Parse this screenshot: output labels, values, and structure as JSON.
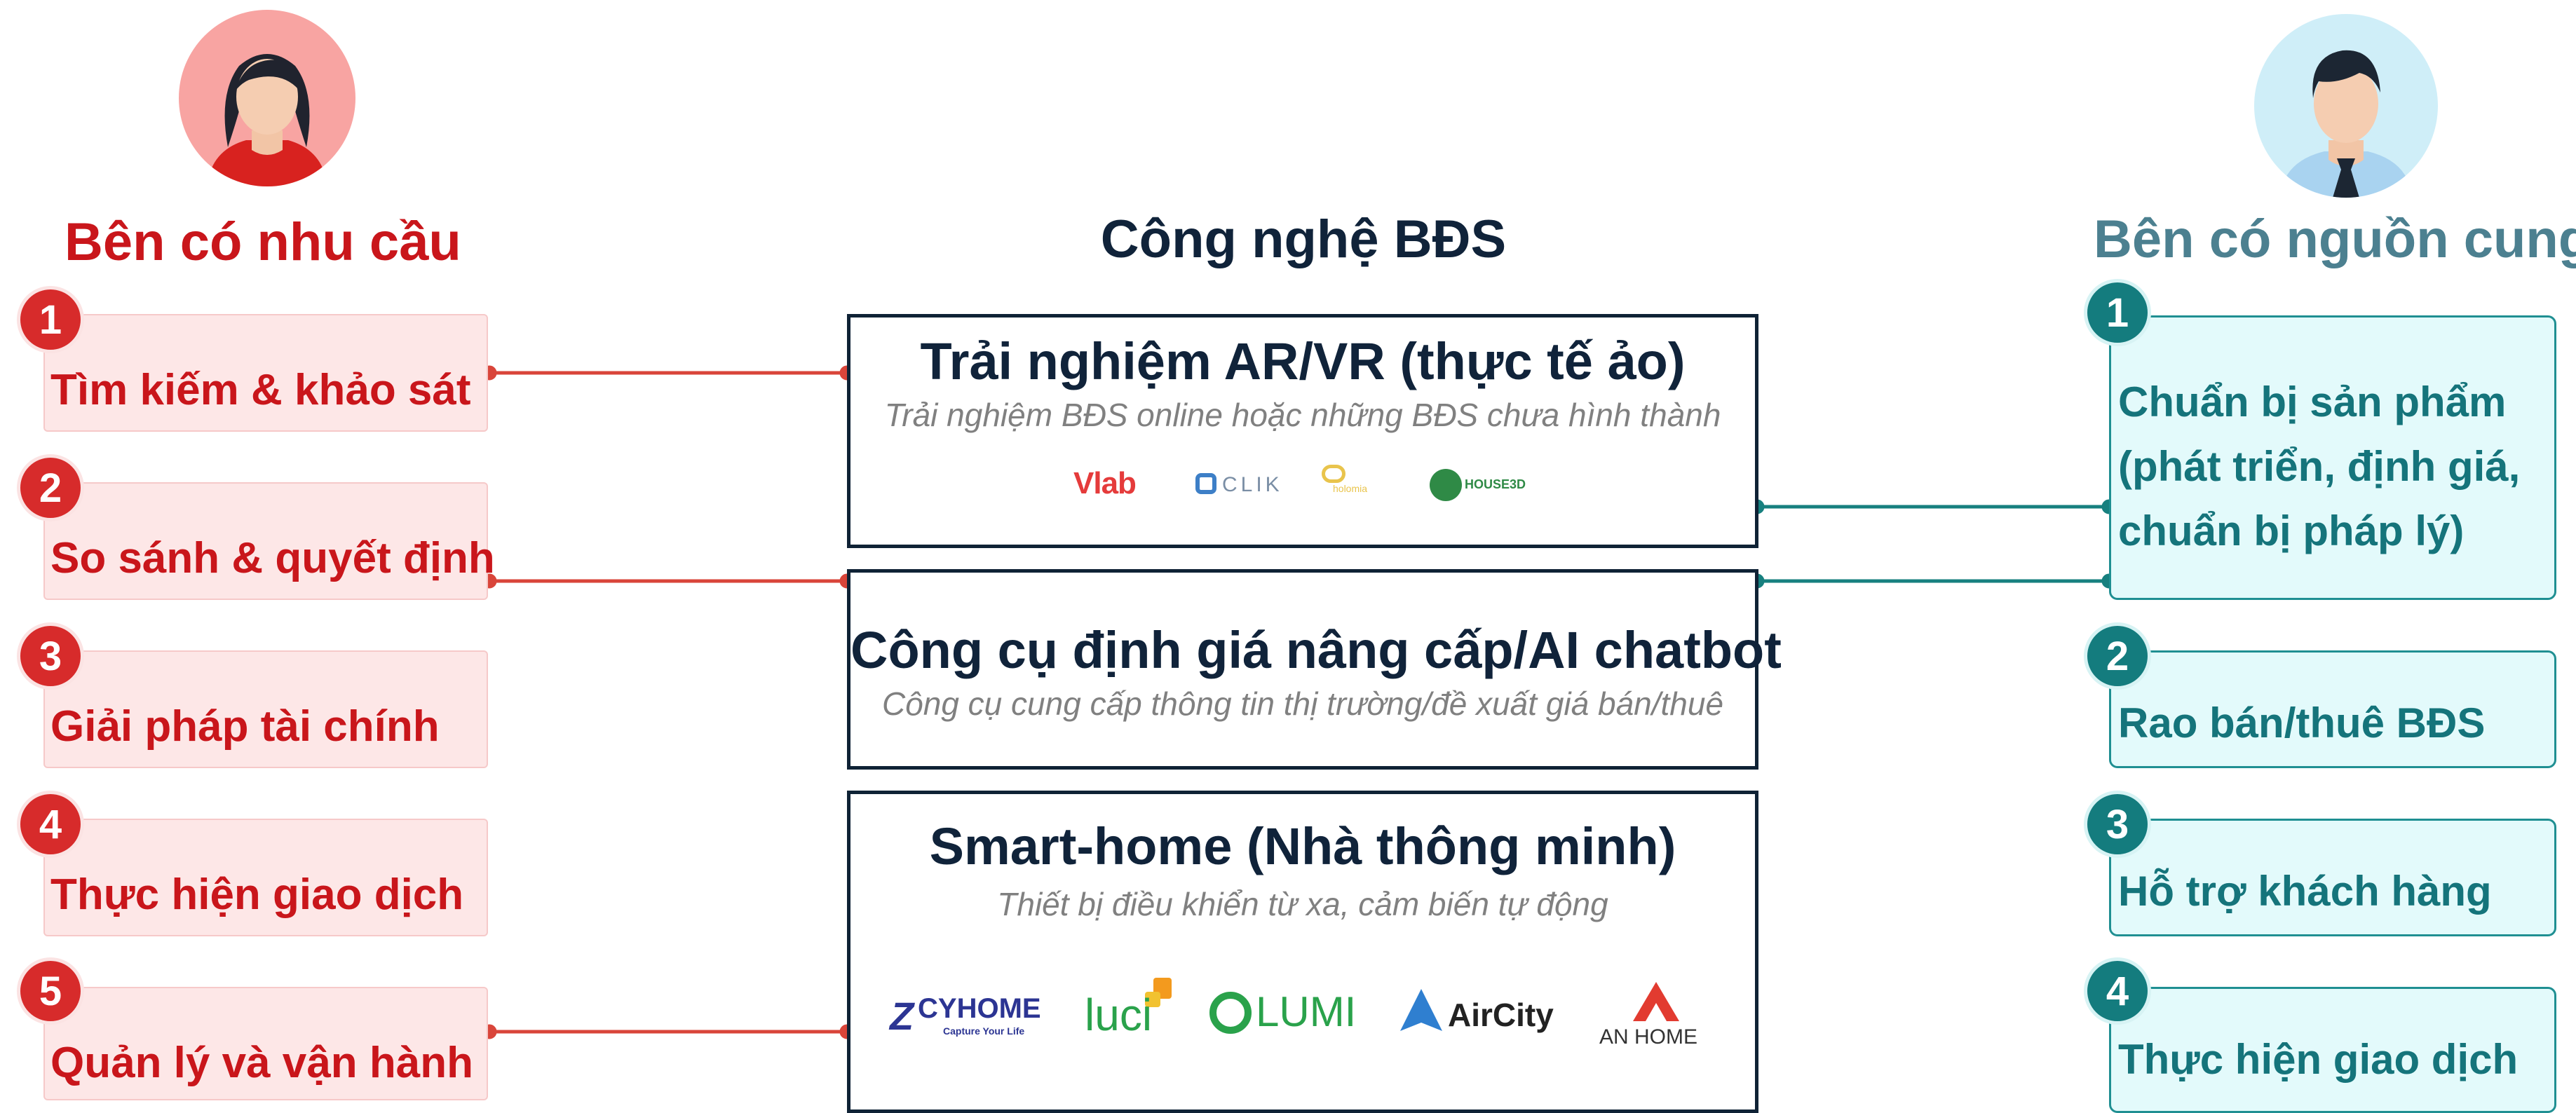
{
  "colors": {
    "demand": "#c9161b",
    "supply": "#4c8090",
    "tech": "#10233a",
    "line_red": "#d9453a",
    "line_teal": "#17807f"
  },
  "left": {
    "title": "Bên có nhu cầu",
    "items": [
      {
        "num": "1",
        "label": "Tìm kiếm & khảo sát"
      },
      {
        "num": "2",
        "label": "So sánh & quyết định"
      },
      {
        "num": "3",
        "label": "Giải pháp tài chính"
      },
      {
        "num": "4",
        "label": "Thực hiện giao dịch"
      },
      {
        "num": "5",
        "label": "Quản lý và vận hành"
      }
    ]
  },
  "center": {
    "title": "Công nghệ BĐS",
    "boxes": [
      {
        "title": "Trải nghiệm AR/VR (thực tế ảo)",
        "subtitle": "Trải nghiệm BĐS online hoặc những BĐS chưa hình thành",
        "logos": [
          "Vlab",
          "CLIK",
          "holomia",
          "HOUSE3D"
        ]
      },
      {
        "title": "Công cụ định giá nâng cấp/AI chatbot",
        "subtitle": "Công cụ cung cấp thông tin thị trường/đề xuất giá bán/thuê"
      },
      {
        "title": "Smart-home (Nhà thông minh)",
        "subtitle": "Thiết bị điều khiển từ xa, cảm biến tự động",
        "logos": [
          "CYHOME",
          "Capture Your Life",
          "luci",
          "LUMI",
          "AirCity",
          "AN HOME"
        ]
      }
    ]
  },
  "right": {
    "title": "Bên có nguồn cung",
    "items": [
      {
        "num": "1",
        "lines": [
          "Chuẩn bị sản phẩm",
          "(phát triển, định giá,",
          "chuẩn bị pháp lý)"
        ]
      },
      {
        "num": "2",
        "label": "Rao bán/thuê BĐS"
      },
      {
        "num": "3",
        "label": "Hỗ trợ khách hàng"
      },
      {
        "num": "4",
        "label": "Thực hiện giao dịch"
      }
    ]
  }
}
